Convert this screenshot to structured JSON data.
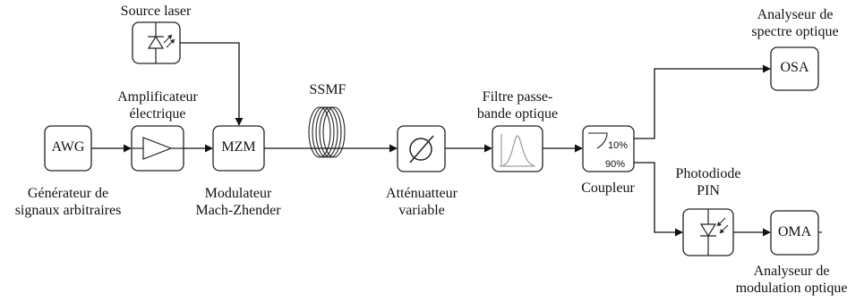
{
  "blocks": {
    "awg": "AWG",
    "mzm": "MZM",
    "osa": "OSA",
    "oma": "OMA"
  },
  "labels": {
    "source_laser": "Source laser",
    "amplificateur": "Amplificateur\nélectrique",
    "ssmf": "SSMF",
    "filtre": "Filtre passe-\nbande optique",
    "generateur": "Générateur de\nsignaux arbitraires",
    "modulateur": "Modulateur\nMach-Zhender",
    "attenuateur": "Atténuatteur\nvariable",
    "coupleur": "Coupleur",
    "photodiode": "Photodiode\nPIN",
    "analyseur_spectre": "Analyseur de\nspectre optique",
    "analyseur_modulation": "Analyseur de\nmodulation optique"
  },
  "coupler": {
    "ratio_top": "10%",
    "ratio_bottom": "90%"
  }
}
